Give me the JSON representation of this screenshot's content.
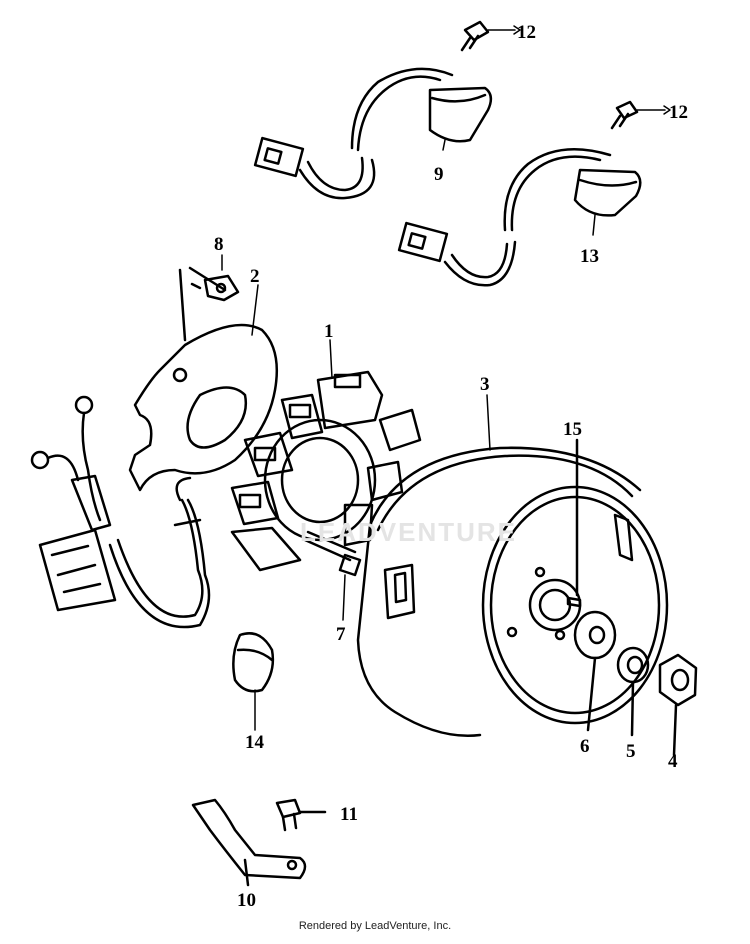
{
  "watermark": "LEADVENTURE",
  "footer": "Rendered by LeadVenture, Inc.",
  "callouts": {
    "c1": "1",
    "c2": "2",
    "c3": "3",
    "c4": "4",
    "c5": "5",
    "c6": "6",
    "c7": "7",
    "c8": "8",
    "c9": "9",
    "c10": "10",
    "c11": "11",
    "c12a": "12",
    "c12b": "12",
    "c13": "13",
    "c14": "14",
    "c15": "15"
  }
}
